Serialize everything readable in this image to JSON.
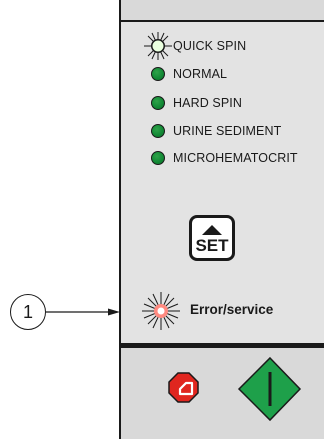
{
  "modes": [
    {
      "label": "QUICK SPIN",
      "lit": true
    },
    {
      "label": "NORMAL",
      "lit": false
    },
    {
      "label": "HARD SPIN",
      "lit": false
    },
    {
      "label": "URINE SEDIMENT",
      "lit": false
    },
    {
      "label": "MICROHEMATOCRIT",
      "lit": false
    }
  ],
  "set_button": {
    "label": "SET"
  },
  "error_indicator": {
    "label": "Error/service",
    "color": "#e2262b"
  },
  "callout": {
    "number": "1"
  },
  "colors": {
    "led_green": "#138a36",
    "stop_red": "#e0261f",
    "start_green": "#1ea04a"
  },
  "icons": [
    "led-indicator-icon",
    "arrow-up-icon",
    "stop-button-icon",
    "start-button-icon"
  ]
}
